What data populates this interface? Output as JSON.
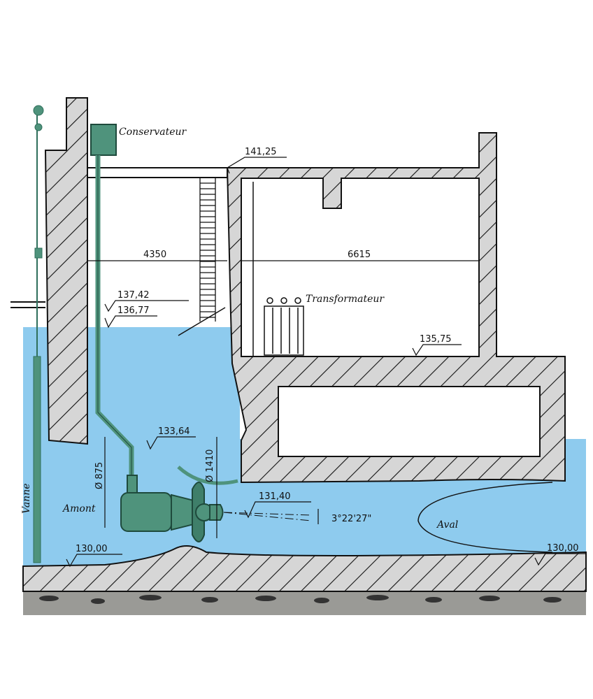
{
  "labels": {
    "conservateur": "Conservateur",
    "transformateur": "Transformateur",
    "amont": "Amont",
    "aval": "Aval",
    "vanne": "Vanne"
  },
  "levels": {
    "top": "141,25",
    "l13742": "137,42",
    "l13677": "136,77",
    "l13575": "135,75",
    "l13364": "133,64",
    "axis": "131,40",
    "bottom_left": "130,00",
    "bottom_right": "130,00"
  },
  "dimensions": {
    "left_span": "4350",
    "right_span": "6615",
    "diam_small": "Ø 875",
    "diam_runner": "Ø 1410",
    "angle": "3°22'27\""
  },
  "colors": {
    "water": "#8ecbee",
    "concrete": "#d6d6d6",
    "equipment": "#4f937c"
  }
}
